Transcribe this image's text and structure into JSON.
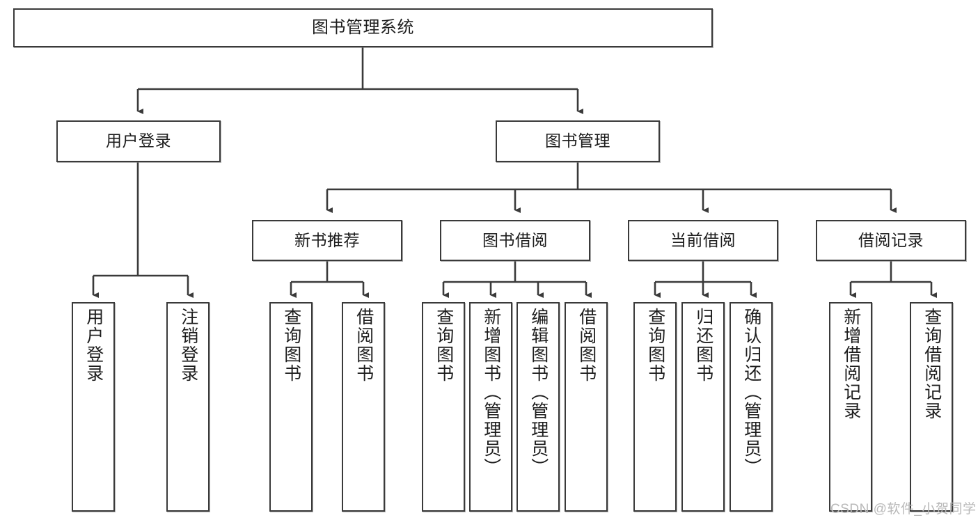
{
  "diagram": {
    "title": "图书管理系统",
    "type": "功能结构图",
    "watermark": "CSDN @软件_小贺同学",
    "stroke_color": "#3a3a3a",
    "fill_color": "#ffffff",
    "text_color": "#1d1d1d",
    "watermark_color": "#b9b9b9"
  },
  "nodes": {
    "root": {
      "label": "图书管理系统"
    },
    "level2": [
      {
        "id": "user-login",
        "label": "用户登录"
      },
      {
        "id": "book-manage",
        "label": "图书管理"
      }
    ],
    "level3": [
      {
        "id": "new-book-recommend",
        "label": "新书推荐"
      },
      {
        "id": "book-borrow",
        "label": "图书借阅"
      },
      {
        "id": "current-borrow",
        "label": "当前借阅"
      },
      {
        "id": "borrow-record",
        "label": "借阅记录"
      }
    ],
    "leaves": {
      "user_login": [
        {
          "id": "leaf-user-login",
          "label": "用户登录"
        },
        {
          "id": "leaf-logout",
          "label": "注销登录"
        }
      ],
      "new_book_recommend": [
        {
          "id": "leaf-query-book-1",
          "label": "查询图书"
        },
        {
          "id": "leaf-borrow-book-1",
          "label": "借阅图书"
        }
      ],
      "book_borrow": [
        {
          "id": "leaf-query-book-2",
          "label": "查询图书"
        },
        {
          "id": "leaf-add-book",
          "label": "新增图书（管理员）"
        },
        {
          "id": "leaf-edit-book",
          "label": "编辑图书（管理员）"
        },
        {
          "id": "leaf-borrow-book-2",
          "label": "借阅图书"
        }
      ],
      "current_borrow": [
        {
          "id": "leaf-query-book-3",
          "label": "查询图书"
        },
        {
          "id": "leaf-return-book",
          "label": "归还图书"
        },
        {
          "id": "leaf-confirm-return",
          "label": "确认归还（管理员）"
        }
      ],
      "borrow_record": [
        {
          "id": "leaf-add-record",
          "label": "新增借阅记录"
        },
        {
          "id": "leaf-query-record",
          "label": "查询借阅记录"
        }
      ]
    }
  }
}
